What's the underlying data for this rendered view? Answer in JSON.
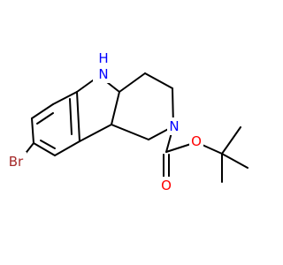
{
  "molecule": {
    "atoms": {
      "n_indoline": {
        "text": "N",
        "color": "#0000ff"
      },
      "h_indoline": {
        "text": "H",
        "color": "#0000ff"
      },
      "n_piperidine": {
        "text": "N",
        "color": "#0000ff"
      },
      "o_ester": {
        "text": "O",
        "color": "#ff0000"
      },
      "o_carbonyl": {
        "text": "O",
        "color": "#ff0000"
      },
      "br": {
        "text": "Br",
        "color": "#a52a2a"
      }
    }
  }
}
